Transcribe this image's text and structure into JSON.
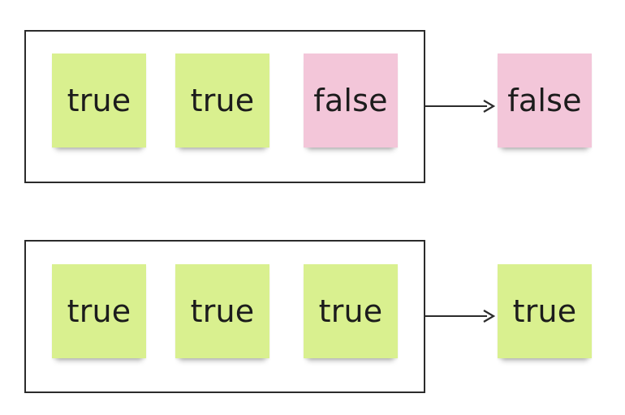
{
  "rows": [
    {
      "inputs": [
        {
          "label": "true",
          "kind": "true"
        },
        {
          "label": "true",
          "kind": "true"
        },
        {
          "label": "false",
          "kind": "false"
        }
      ],
      "output": {
        "label": "false",
        "kind": "false"
      }
    },
    {
      "inputs": [
        {
          "label": "true",
          "kind": "true"
        },
        {
          "label": "true",
          "kind": "true"
        },
        {
          "label": "true",
          "kind": "true"
        }
      ],
      "output": {
        "label": "true",
        "kind": "true"
      }
    }
  ],
  "colors": {
    "true_note": "#d9f08f",
    "false_note": "#f3c6d9",
    "frame": "#2b2b2b",
    "arrow": "#2b2b2b"
  }
}
